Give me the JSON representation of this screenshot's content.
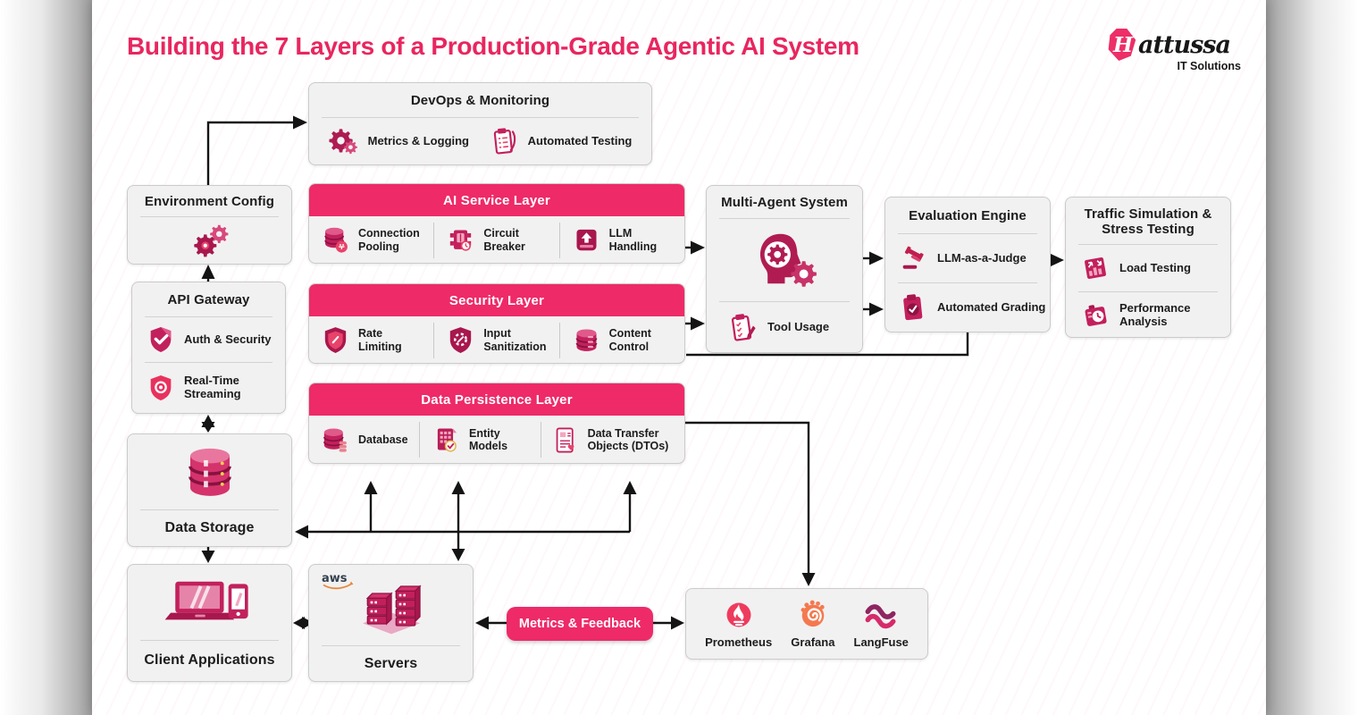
{
  "title": "Building the 7 Layers of a Production-Grade Agentic AI System",
  "logo": {
    "initial": "H",
    "brand": "attussa",
    "subtitle": "IT Solutions"
  },
  "colors": {
    "accent": "#E8265F",
    "header_pink": "#EE2A68",
    "connector": "#141414",
    "box_bg": "#f2f1f1"
  },
  "boxes": {
    "devops": {
      "title": "DevOps & Monitoring",
      "items": [
        {
          "icon": "gear-wrench-icon",
          "label": "Metrics & Logging"
        },
        {
          "icon": "clipboard-test-icon",
          "label": "Automated Testing"
        }
      ]
    },
    "environment_config": {
      "title": "Environment Config",
      "icon": "gears-icon"
    },
    "ai_service_layer": {
      "title": "AI Service Layer",
      "items": [
        {
          "icon": "database-pool-icon",
          "label": "Connection Pooling"
        },
        {
          "icon": "circuit-breaker-icon",
          "label": "Circuit Breaker"
        },
        {
          "icon": "llm-handling-icon",
          "label": "LLM Handling"
        }
      ]
    },
    "security_layer": {
      "title": "Security Layer",
      "items": [
        {
          "icon": "shield-rate-icon",
          "label": "Rate Limiting"
        },
        {
          "icon": "shield-sanitize-icon",
          "label": "Input Sanitization"
        },
        {
          "icon": "database-content-icon",
          "label": "Content Control"
        }
      ]
    },
    "data_persistence_layer": {
      "title": "Data Persistence Layer",
      "items": [
        {
          "icon": "database-icon",
          "label": "Database"
        },
        {
          "icon": "entity-models-icon",
          "label": "Entity Models"
        },
        {
          "icon": "dto-document-icon",
          "label": "Data Transfer Objects (DTOs)"
        }
      ]
    },
    "multi_agent_system": {
      "title": "Multi-Agent System",
      "main_icon": "brain-gears-icon",
      "items": [
        {
          "icon": "tool-usage-icon",
          "label": "Tool Usage"
        }
      ]
    },
    "evaluation_engine": {
      "title": "Evaluation Engine",
      "items": [
        {
          "icon": "gavel-icon",
          "label": "LLM-as-a-Judge"
        },
        {
          "icon": "grading-clipboard-icon",
          "label": "Automated Grading"
        }
      ]
    },
    "traffic_testing": {
      "title": "Traffic Simulation & Stress Testing",
      "items": [
        {
          "icon": "load-chart-icon",
          "label": "Load Testing"
        },
        {
          "icon": "stopwatch-icon",
          "label": "Performance Analysis"
        }
      ]
    },
    "api_gateway": {
      "title": "API Gateway",
      "items": [
        {
          "icon": "shield-check-icon",
          "label": "Auth & Security"
        },
        {
          "icon": "shield-stream-icon",
          "label": "Real-Time Streaming"
        }
      ]
    },
    "data_storage": {
      "title": "Data Storage",
      "icon": "database-stack-icon"
    },
    "client_applications": {
      "title": "Client Applications",
      "icon": "devices-icon"
    },
    "servers": {
      "title": "Servers",
      "provider": "aws",
      "icon": "server-rack-icon"
    },
    "metrics_feedback": {
      "label": "Metrics & Feedback"
    },
    "monitoring_tools": {
      "items": [
        {
          "icon": "prometheus-icon",
          "label": "Prometheus"
        },
        {
          "icon": "grafana-icon",
          "label": "Grafana"
        },
        {
          "icon": "langfuse-icon",
          "label": "LangFuse"
        }
      ]
    }
  }
}
